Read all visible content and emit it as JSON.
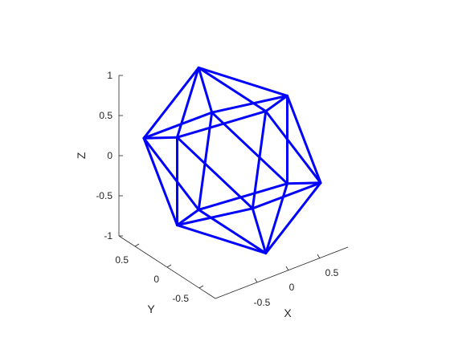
{
  "chart_data": {
    "type": "3d-wireframe",
    "xlabel": "X",
    "ylabel": "Y",
    "zlabel": "Z",
    "x_ticks": [
      "-0.5",
      "0",
      "0.5"
    ],
    "y_ticks": [
      "-0.5",
      "0",
      "0.5"
    ],
    "z_ticks": [
      "-1",
      "-0.5",
      "0",
      "0.5",
      "1"
    ],
    "xlim": [
      -1,
      1
    ],
    "ylim": [
      -1,
      1
    ],
    "zlim": [
      -1,
      1
    ],
    "color": "#0000ff",
    "vertices": [
      [
        0.0,
        0.526,
        0.851
      ],
      [
        0.0,
        -0.526,
        0.851
      ],
      [
        0.0,
        0.526,
        -0.851
      ],
      [
        0.0,
        -0.526,
        -0.851
      ],
      [
        0.526,
        0.851,
        0.0
      ],
      [
        -0.526,
        0.851,
        0.0
      ],
      [
        0.526,
        -0.851,
        0.0
      ],
      [
        -0.526,
        -0.851,
        0.0
      ],
      [
        0.851,
        0.0,
        0.526
      ],
      [
        -0.851,
        0.0,
        0.526
      ],
      [
        0.851,
        0.0,
        -0.526
      ],
      [
        -0.851,
        0.0,
        -0.526
      ]
    ],
    "edges": [
      [
        0,
        1
      ],
      [
        0,
        4
      ],
      [
        0,
        5
      ],
      [
        0,
        8
      ],
      [
        0,
        9
      ],
      [
        1,
        6
      ],
      [
        1,
        7
      ],
      [
        1,
        8
      ],
      [
        1,
        9
      ],
      [
        2,
        3
      ],
      [
        2,
        4
      ],
      [
        2,
        5
      ],
      [
        2,
        10
      ],
      [
        2,
        11
      ],
      [
        3,
        6
      ],
      [
        3,
        7
      ],
      [
        3,
        10
      ],
      [
        3,
        11
      ],
      [
        4,
        5
      ],
      [
        4,
        8
      ],
      [
        4,
        10
      ],
      [
        5,
        9
      ],
      [
        5,
        11
      ],
      [
        6,
        7
      ],
      [
        6,
        8
      ],
      [
        6,
        10
      ],
      [
        7,
        9
      ],
      [
        7,
        11
      ],
      [
        8,
        10
      ],
      [
        9,
        11
      ]
    ]
  }
}
